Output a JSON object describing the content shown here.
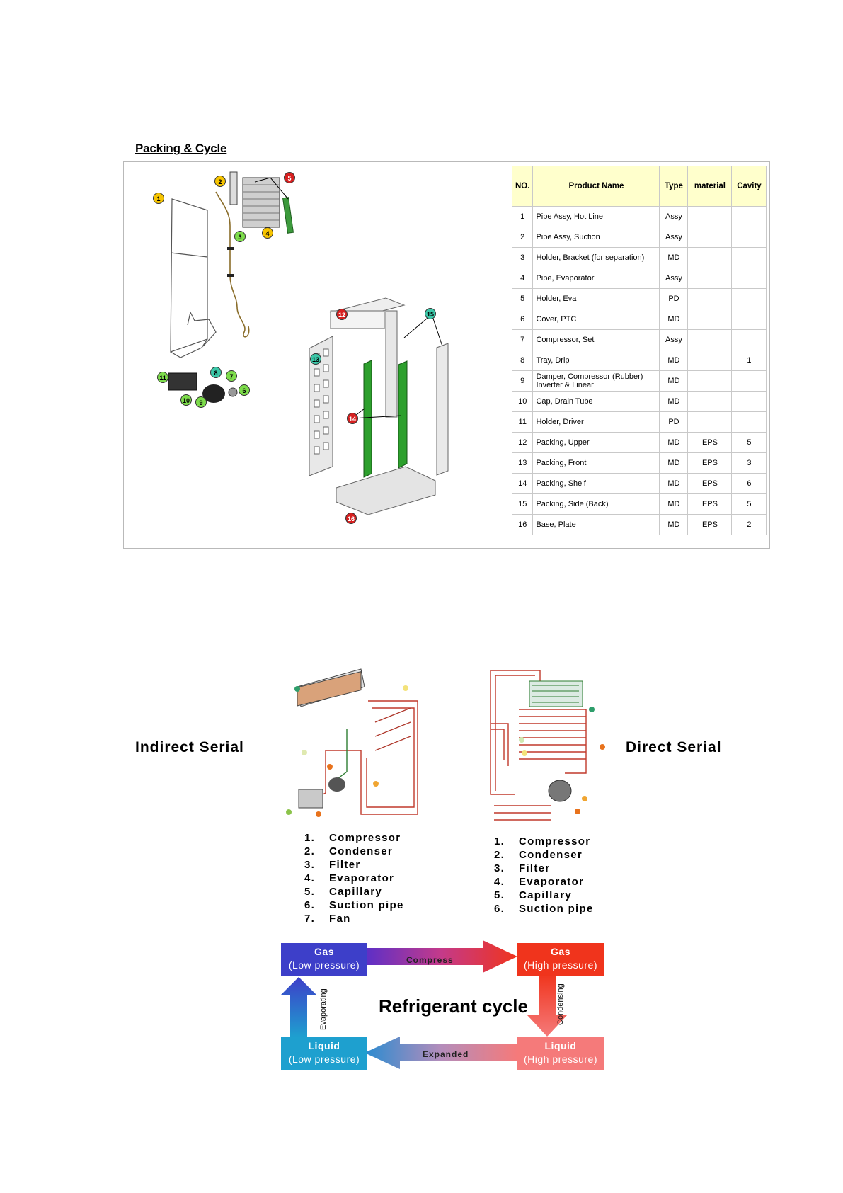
{
  "section_title": "Packing & Cycle",
  "parts_table": {
    "headers": [
      "NO.",
      "Product Name",
      "Type",
      "material",
      "Cavity"
    ],
    "rows": [
      [
        "1",
        "Pipe Assy, Hot Line",
        "Assy",
        "",
        ""
      ],
      [
        "2",
        "Pipe Assy, Suction",
        "Assy",
        "",
        ""
      ],
      [
        "3",
        "Holder, Bracket (for separation)",
        "MD",
        "",
        ""
      ],
      [
        "4",
        "Pipe, Evaporator",
        "Assy",
        "",
        ""
      ],
      [
        "5",
        "Holder, Eva",
        "PD",
        "",
        ""
      ],
      [
        "6",
        "Cover, PTC",
        "MD",
        "",
        ""
      ],
      [
        "7",
        "Compressor, Set",
        "Assy",
        "",
        ""
      ],
      [
        "8",
        "Tray, Drip",
        "MD",
        "",
        "1"
      ],
      [
        "9",
        "Damper, Compressor (Rubber) Inverter & Linear",
        "MD",
        "",
        ""
      ],
      [
        "10",
        "Cap, Drain Tube",
        "MD",
        "",
        ""
      ],
      [
        "11",
        "Holder, Driver",
        "PD",
        "",
        ""
      ],
      [
        "12",
        "Packing, Upper",
        "MD",
        "EPS",
        "5"
      ],
      [
        "13",
        "Packing, Front",
        "MD",
        "EPS",
        "3"
      ],
      [
        "14",
        "Packing, Shelf",
        "MD",
        "EPS",
        "6"
      ],
      [
        "15",
        "Packing, Side (Back)",
        "MD",
        "EPS",
        "5"
      ],
      [
        "16",
        "Base, Plate",
        "MD",
        "EPS",
        "2"
      ]
    ]
  },
  "callouts": {
    "c1": "1",
    "c2": "2",
    "c3": "3",
    "c4": "4",
    "c5": "5",
    "c6": "6",
    "c7": "7",
    "c8": "8",
    "c9": "9",
    "c10": "10",
    "c11": "11",
    "c12": "12",
    "c13": "13",
    "c14": "14",
    "c15": "15",
    "c16": "16"
  },
  "indirect": {
    "label": "Indirect Serial",
    "items": [
      {
        "num": "1.",
        "text": "Compressor"
      },
      {
        "num": "2.",
        "text": "Condenser"
      },
      {
        "num": "3.",
        "text": "Filter"
      },
      {
        "num": "4.",
        "text": "Evaporator"
      },
      {
        "num": "5.",
        "text": "Capillary"
      },
      {
        "num": "6.",
        "text": "Suction pipe"
      },
      {
        "num": "7.",
        "text": "Fan"
      }
    ]
  },
  "direct": {
    "label": "Direct Serial",
    "items": [
      {
        "num": "1.",
        "text": "Compressor"
      },
      {
        "num": "2.",
        "text": "Condenser"
      },
      {
        "num": "3.",
        "text": "Filter"
      },
      {
        "num": "4.",
        "text": "Evaporator"
      },
      {
        "num": "5.",
        "text": "Capillary"
      },
      {
        "num": "6.",
        "text": "Suction pipe"
      }
    ]
  },
  "cycle": {
    "title": "Refrigerant cycle",
    "gas_low": {
      "line1": "Gas",
      "line2": "(Low pressure)"
    },
    "gas_high": {
      "line1": "Gas",
      "line2": "(High pressure)"
    },
    "liquid_low": {
      "line1": "Liquid",
      "line2": "(Low pressure)"
    },
    "liquid_high": {
      "line1": "Liquid",
      "line2": "(High pressure)"
    },
    "compress": "Compress",
    "condensing": "Condensing",
    "expanded": "Expanded",
    "evaporating": "Evaporating",
    "colors": {
      "blue": "#3d3fc9",
      "red": "#f0341c",
      "cyan": "#1ea0cf",
      "pink": "#f57a7a"
    }
  }
}
